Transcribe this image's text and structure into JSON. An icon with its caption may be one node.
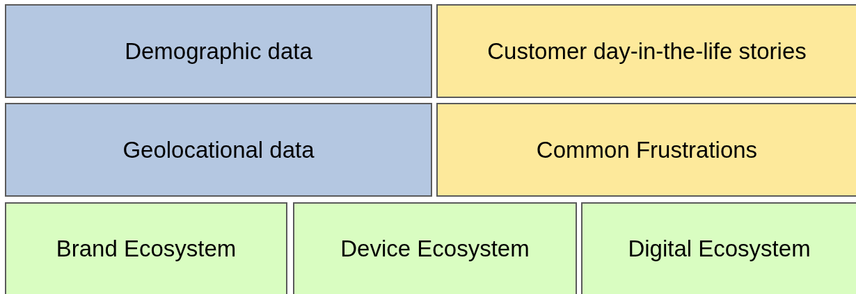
{
  "diagram": {
    "nodes": [
      {
        "text": [
          "Demographic data"
        ]
      },
      {
        "text": [
          "Customer day-in-the-life stories"
        ]
      },
      {
        "text": [
          "Geolocational data"
        ]
      },
      {
        "text": [
          "Common Frustrations"
        ]
      },
      {
        "text": [
          "Brand Ecosystem"
        ]
      },
      {
        "text": [
          "Device Ecosystem"
        ]
      },
      {
        "text": [
          "Digital Ecosystem"
        ]
      }
    ]
  }
}
